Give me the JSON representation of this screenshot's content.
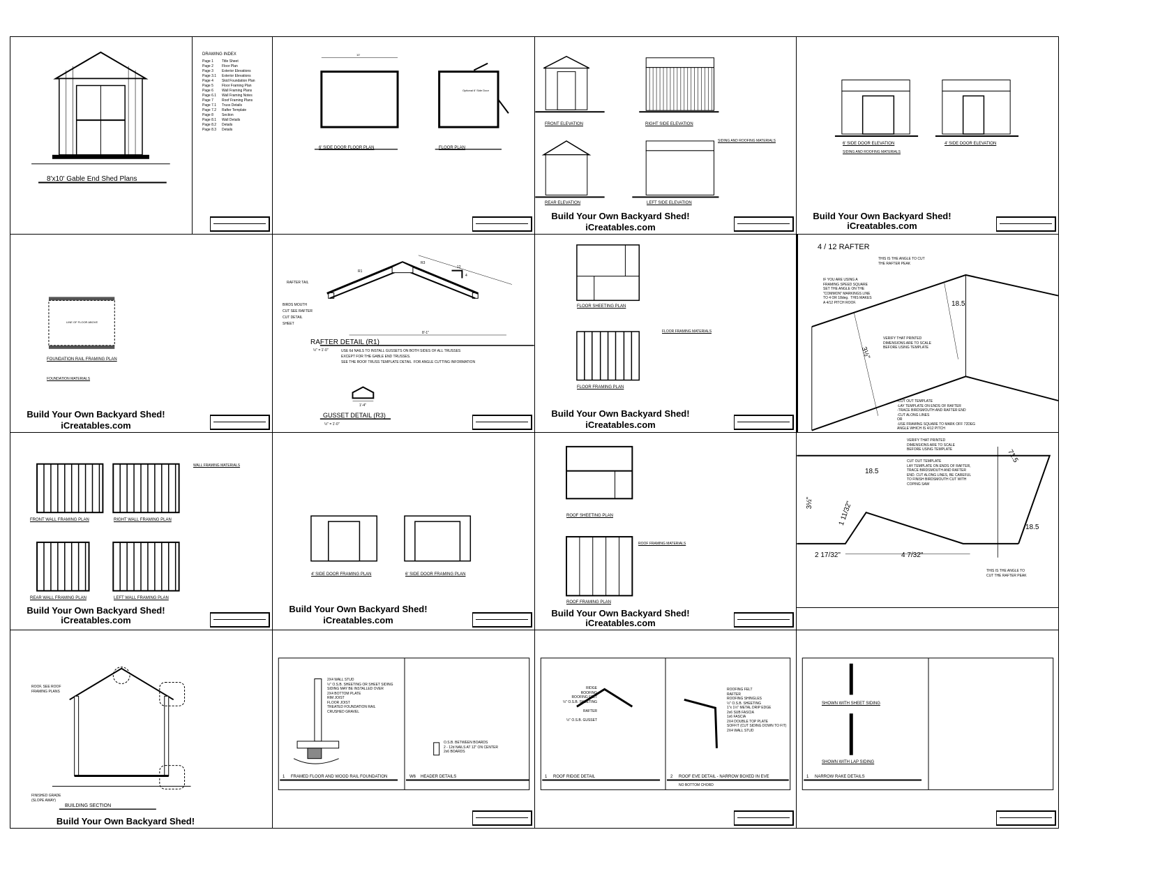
{
  "promo": {
    "line1": "Build Your Own Backyard Shed!",
    "line2": "iCreatables.com"
  },
  "p1": {
    "title": "8'x10' Gable End Shed Plans",
    "index_title": "DRAWING INDEX",
    "index": [
      [
        "Page 1",
        "Title Sheet"
      ],
      [
        "Page 2",
        "Floor Plan"
      ],
      [
        "Page 3",
        "Exterior Elevations"
      ],
      [
        "Page 3.1",
        "Exterior Elevations"
      ],
      [
        "Page 4",
        "Skid Foundation Plan"
      ],
      [
        "Page 5",
        "Floor Framing Plan"
      ],
      [
        "Page 6",
        "Wall Framing Plans"
      ],
      [
        "Page 6.1",
        "Wall Framing Notes"
      ],
      [
        "Page 7",
        "Roof Framing Plans"
      ],
      [
        "Page 7.1",
        "Truss Details"
      ],
      [
        "Page 7.2",
        "Rafter Template"
      ],
      [
        "Page 8",
        "Section"
      ],
      [
        "Page 8.1",
        "Wall Details"
      ],
      [
        "Page 8.2",
        "Details"
      ],
      [
        "Page 8.3",
        "Details"
      ]
    ]
  },
  "p2": {
    "a": "6' SIDE DOOR FLOOR PLAN",
    "b": "FLOOR PLAN",
    "dim": "10'",
    "door": "Optional 6' Side Door"
  },
  "p3": {
    "front": "FRONT ELEVATION",
    "right": "RIGHT SIDE ELEVATION",
    "rear": "REAR ELEVATION",
    "left": "LEFT SIDE ELEVATION",
    "mat": "SIDING AND ROOFING MATERIALS"
  },
  "p4": {
    "a": "6' SIDE DOOR ELEVATION",
    "b": "4' SIDE DOOR ELEVATION",
    "mat": "SIDING AND ROOFING MATERIALS"
  },
  "p5": {
    "a": "FOUNDATION RAIL FRAMING PLAN",
    "mat": "FOUNDATION MATERIALS",
    "note": "LINE OF FLOOR ABOVE"
  },
  "p6": {
    "title": "RAFTER DETAIL (R1)",
    "scale": "½\" = 1'-0\"",
    "notes": [
      "USE 6d NAILS TO INSTALL GUSSETS ON BOTH SIDES OF ALL TRUSSES",
      "EXCEPT FOR THE GABLE END TRUSSES.",
      "SEE THE ROOF TRUSS TEMPLATE DETAIL  FOR ANGLE CUTTING INFORMATION"
    ],
    "gusset": "GUSSET DETAIL (R3)",
    "gscale": "½\" = 1'-0\"",
    "labels": [
      "RAFTER TAIL",
      "BIRDS MOUTH",
      "CUT SEE RAFTER",
      "CUT DETAIL",
      "SHEET",
      "R1",
      "R3",
      "12",
      "4",
      "8'-1\"",
      "1'-4\""
    ]
  },
  "p7": {
    "a": "FLOOR SHEETING PLAN",
    "b": "FLOOR FRAMING PLAN",
    "mat": "FLOOR FRAMING MATERIALS"
  },
  "p8": {
    "title": "4 / 12 RAFTER",
    "peak": "THIS IS THE ANGLE TO CUT\nTHE RAFTER PEAK",
    "square": "IF YOU ARE USING A\nFRAMING SPEED SQUARE\nSET THE ANGLE ON THE\n\"COMMON\" MARKINGS LINE\nTO 4 OR 18deg.  THIS MAKES\nA 4/12 PITCH ROOF.",
    "angle": "18.5",
    "depth": "3½\"",
    "verify": "VERIFY THAT PRINTED\nDIMENSIONS ARE TO SCALE\nBEFORE USING TEMPLATE",
    "steps": "-CUT OUT TEMPLATE\n-LAY TEMPLATE ON ENDS OF RAFTER\n-TRACE BIRDSMOUTH AND RAFTER END\n-CUT ALONG LINES\nOR\n-USE FRAMING SQUARE TO MARK OFF 72DEG\nANGLE WHICH IS 4/12 PITCH"
  },
  "p9": {
    "a": "FRONT WALL FRAMING PLAN",
    "b": "RIGHT WALL FRAMING PLAN",
    "c": "REAR WALL FRAMING PLAN",
    "d": "LEFT WALL FRAMING PLAN",
    "mat": "WALL FRAMING MATERIALS"
  },
  "p10": {
    "a": "4' SIDE DOOR FRAMING PLAN",
    "b": "6' SIDE DOOR FRAMING PLAN"
  },
  "p11": {
    "a": "ROOF SHEETING PLAN",
    "b": "ROOF FRAMING PLAN",
    "mat": "ROOF FRAMING MATERIALS"
  },
  "p12": {
    "verify": "VERIFY THAT PRINTED\nDIMENSIONS ARE TO SCALE\nBEFORE USING TEMPLATE",
    "steps": "CUT OUT TEMPLATE\nLAY TEMPLATE ON ENDS OF RAFTER,\nTRACE BIRDSMOUTH AND RAFTER\nEND. CUT ALONG LINES, BE CAREFUL\nTO FINISH BIRDSMOUTH CUT WITH\nCOPING SAW",
    "a1": "18.5",
    "a2": "71.5",
    "a3": "18.5",
    "d1": "3½\"",
    "d2": "1 11/32\"",
    "d3": "2 17/32\"",
    "d4": "4 7/32\"",
    "peak": "THIS IS THE ANGLE TO\nCUT THE RAFTER PEAK"
  },
  "p13": {
    "title": "BUILDING SECTION",
    "note": "ROOF, SEE ROOF\nFRAMING PLANS",
    "grade": "FINISHED GRADE\n(SLOPE AWAY)"
  },
  "p14": {
    "a": "FRAMED FLOOR AND WOOD RAIL FOUNDATION",
    "b": "HEADER DETAILS",
    "n1": "1",
    "n2": "W6",
    "notes": "2X4 WALL STUD\n½\" O.S.B. SHEETING OR SHEET SIDING\nSIDING MAY BE INSTALLED OVER\n2X4 BOTTOM PLATE\nRIM JOIST\nFLOOR JOIST\nTREATED FOUNDATION RAIL\nCRUSHED GRAVEL",
    "hnotes": "O.S.B. BETWEEN BOARDS\n2 - 12d NAILS AT 12\" ON CENTER\n2x6 BOARDS"
  },
  "p15": {
    "a": "ROOF RIDGE DETAIL",
    "b": "ROOF EVE DETAIL - NARROW BOXED IN EVE",
    "b2": "NO BOTTOM CHORD",
    "n1": "1",
    "n2": "2",
    "ridge": "RIDGE\nROOFING\nROOFING FELT\n½\" O.S.B. SHEETING\n\nRAFTER\n\n½\" O.S.B. GUSSET",
    "eve": "ROOFING FELT\nRAFTER\nROOFING SHINGLES\n½\" O.S.B. SHEETING\n1\"x 1½\" METAL DRIP EDGE\n2x6 SUB FASCIA\n1x6 FASCIA\n2X4 DOUBLE TOP PLATE\nSOFFIT (CUT SIDING DOWN TO FIT)\n2X4 WALL STUD"
  },
  "p16": {
    "a": "NARROW RAKE DETAILS",
    "n1": "1",
    "s1": "SHOWN WITH SHEET SIDING",
    "s2": "SHOWN WITH LAP SIDING"
  }
}
